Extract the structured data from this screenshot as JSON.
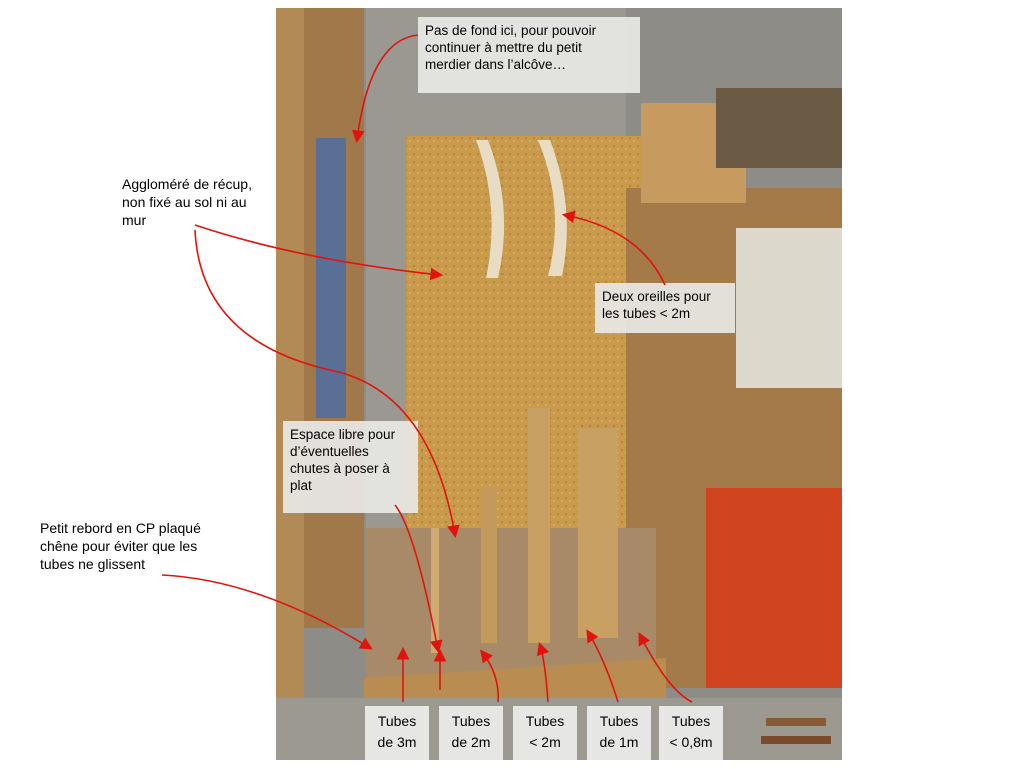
{
  "annotations": {
    "top_note": "Pas de fond ici, pour pouvoir\ncontinuer à mettre du petit\nmerdier dans l’alcôve…",
    "aggl": "Aggloméré de récup,\nnon fixé au sol ni au\nmur",
    "ears": "Deux oreilles pour\nles tubes < 2m",
    "espace": "Espace libre pour\nd’éventuelles\nchutes à poser à\nplat",
    "rebord": "Petit rebord en CP plaqué\nchêne pour éviter que les\ntubes ne glissent"
  },
  "tubes": [
    "Tubes\nde 3m",
    "Tubes\nde 2m",
    "Tubes\n< 2m",
    "Tubes\nde 1m",
    "Tubes\n< 0,8m"
  ],
  "colors": {
    "arrow": "#e0140c",
    "board": "#c99a4c",
    "wall": "#8e8c86"
  }
}
